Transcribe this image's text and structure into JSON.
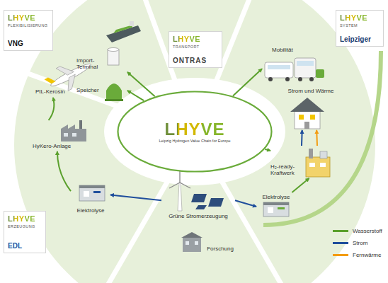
{
  "diagram": {
    "nodes": [
      {
        "text": [
          "LHYVE",
          "Leipzig Hydrogen Value Chain for Europe"
        ]
      },
      {
        "text": [
          "LHYVE",
          "FLEXIBILISIERUNG",
          "VNG"
        ]
      },
      {
        "text": [
          "Import-Terminal"
        ]
      },
      {
        "text": [
          "Speicher"
        ]
      },
      {
        "text": [
          "LHYVE",
          "TRANSPORT",
          "ONTRAS"
        ]
      },
      {
        "text": [
          "LHYVE",
          "SYSTEM",
          "Leipziger"
        ]
      },
      {
        "text": [
          "Mobilität"
        ]
      },
      {
        "text": [
          "PtL-Kerosin"
        ]
      },
      {
        "text": [
          "Strom und Wärme"
        ]
      },
      {
        "text": [
          "HyKero-Anlage"
        ]
      },
      {
        "text": [
          "H₂-ready-Kraftwerk"
        ]
      },
      {
        "text": [
          "Elektrolyse"
        ]
      },
      {
        "text": [
          "Elektrolyse"
        ]
      },
      {
        "text": [
          "Grüne Stromerzeugung"
        ]
      },
      {
        "text": [
          "Forschung"
        ]
      },
      {
        "text": [
          "LHYVE",
          "ERZEUGUNG",
          "EDL"
        ]
      }
    ],
    "edges": [
      {
        "from": 0,
        "to": 2,
        "arrow": "to"
      },
      {
        "from": 0,
        "to": 3,
        "arrow": "to"
      },
      {
        "from": 0,
        "to": 6,
        "arrow": "to"
      },
      {
        "from": 0,
        "to": 10,
        "arrow": "to"
      },
      {
        "from": 9,
        "to": 7,
        "arrow": "to"
      },
      {
        "from": 11,
        "to": 9,
        "arrow": "to"
      },
      {
        "from": 13,
        "to": 11,
        "arrow": "to"
      },
      {
        "from": 13,
        "to": 12,
        "arrow": "to"
      },
      {
        "from": 12,
        "to": 10,
        "arrow": "to"
      },
      {
        "from": 10,
        "to": 8,
        "arrow": "to"
      },
      {
        "from": 10,
        "to": 8,
        "arrow": "to"
      }
    ],
    "legend": [
      {
        "text": "Wasserstoff",
        "color": "#5aa02c"
      },
      {
        "text": "Strom",
        "color": "#1f4e9c"
      },
      {
        "text": "Fernwärme",
        "color": "#f39c12"
      }
    ]
  }
}
